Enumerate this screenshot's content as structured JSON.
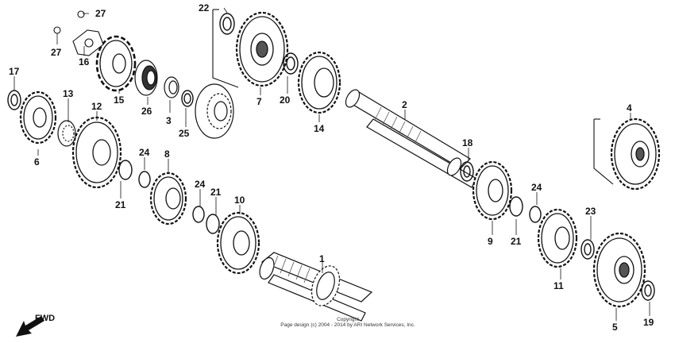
{
  "callouts": {
    "c1": "1",
    "c2": "2",
    "c3": "3",
    "c4": "4",
    "c5": "5",
    "c6": "6",
    "c7": "7",
    "c8": "8",
    "c9": "9",
    "c10": "10",
    "c11": "11",
    "c12": "12",
    "c13": "13",
    "c14": "14",
    "c15": "15",
    "c16": "16",
    "c17": "17",
    "c18": "18",
    "c19": "19",
    "c20": "20",
    "c21": "21",
    "c22": "22",
    "c23": "23",
    "c24": "24",
    "c25": "25",
    "c26": "26",
    "c27": "27"
  },
  "fwd_label": "FWD",
  "copyright": {
    "line1": "Copyright",
    "line2": "Page design (c) 2004 - 2014 by ARI Network Services, Inc."
  },
  "colors": {
    "line": "#111111",
    "hatch": "#555555",
    "background": "#ffffff"
  }
}
